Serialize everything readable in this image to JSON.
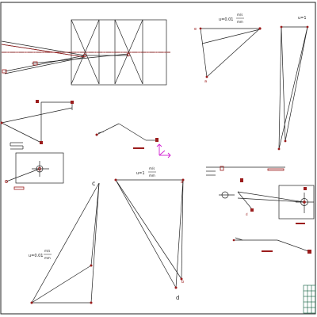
{
  "labels": {
    "scale_top_right": "u=0.01",
    "scale_top_right_frac_num": "m/s",
    "scale_top_right_frac_den": "mm",
    "scale_far_right": "u=1",
    "scale_middle_num": "m/s",
    "scale_middle_den": "mm",
    "scale_middle_u": "u=1",
    "scale_left_u": "u=0.01",
    "scale_left_num": "m/s",
    "scale_left_den": "mm",
    "point_c_middle": "c",
    "point_a_middle": "a",
    "point_b_middle": "b",
    "point_d_middle": "d",
    "point_e_top": "e",
    "point_p_left": "p",
    "point_a_topright": "a",
    "point_c_left": "c",
    "point_d_small": "d",
    "point_b_left": "b"
  },
  "colors": {
    "line": "#1a1a1a",
    "accent": "#9b1c1c",
    "magenta": "#d21fd2",
    "title_block": "#0a5a3a"
  }
}
